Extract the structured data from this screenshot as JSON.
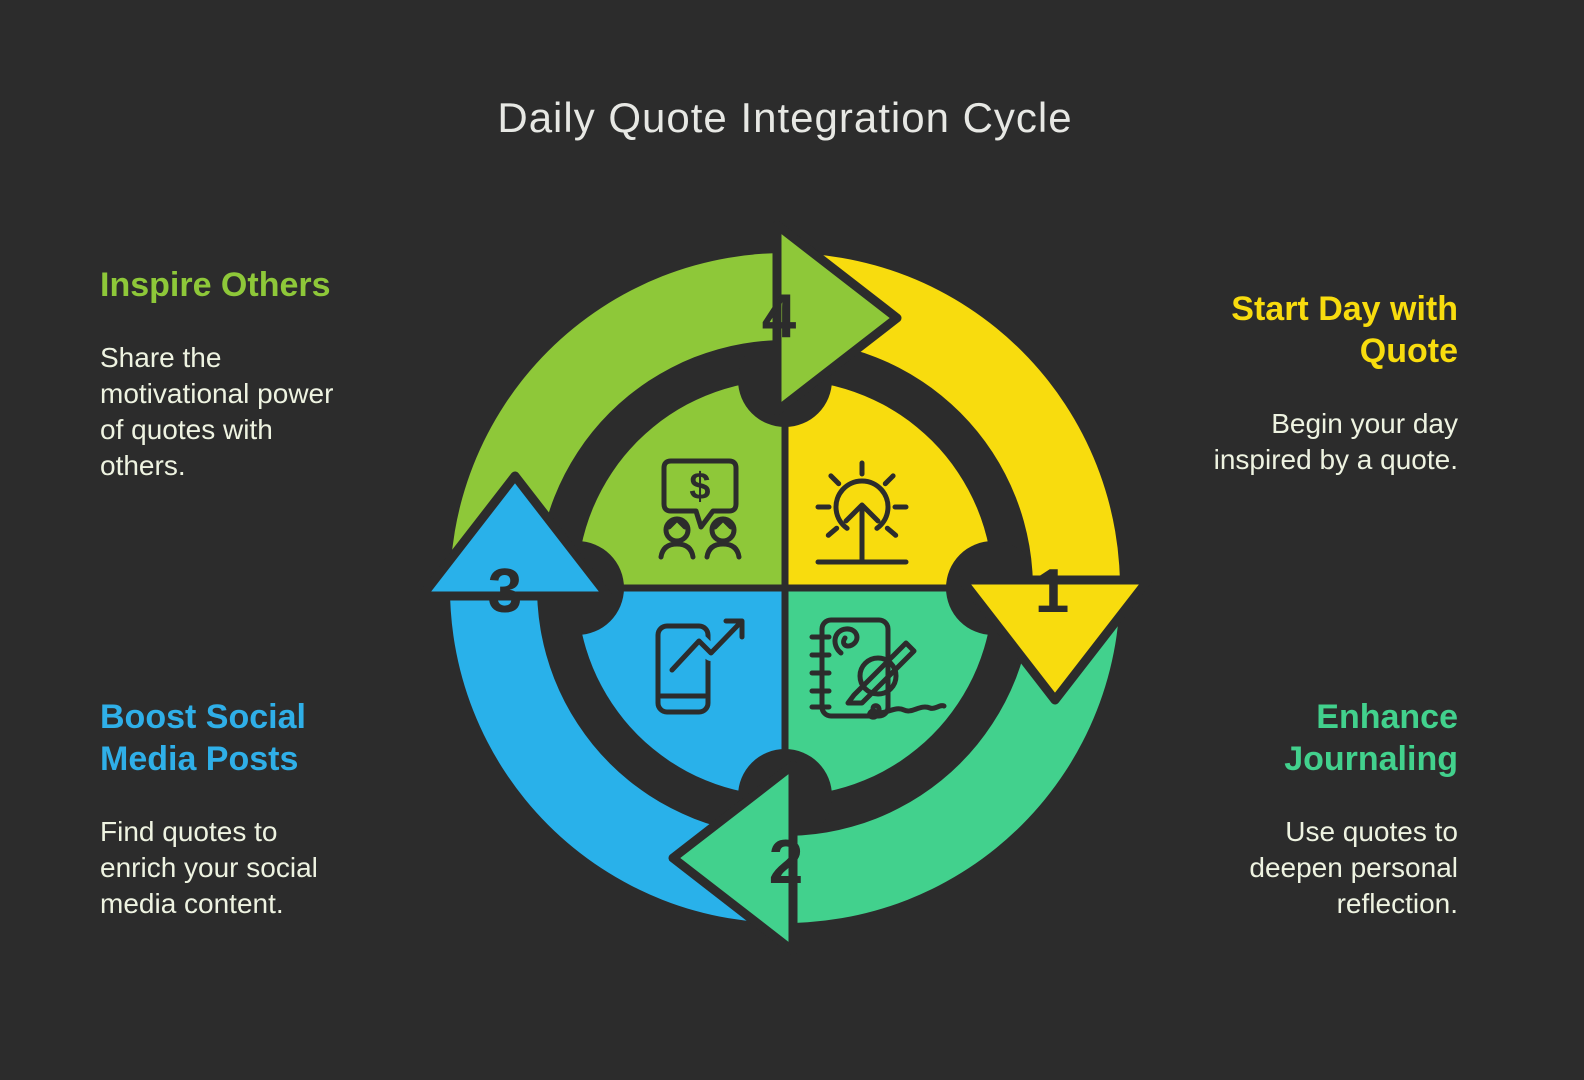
{
  "title": "Daily Quote Integration Cycle",
  "steps": [
    {
      "number": "1",
      "heading": "Start Day with\nQuote",
      "body": "Begin your day\ninspired by a quote.",
      "color": "#F8DC0E",
      "icon": "sunrise-icon"
    },
    {
      "number": "2",
      "heading": "Enhance\nJournaling",
      "body": "Use quotes to\ndeepen personal\nreflection.",
      "color": "#42D18D",
      "icon": "journal-pen-icon"
    },
    {
      "number": "3",
      "heading": "Boost Social\nMedia Posts",
      "body": "Find quotes to\nenrich your social\nmedia content.",
      "color": "#29B1EA",
      "icon": "phone-growth-icon"
    },
    {
      "number": "4",
      "heading": "Inspire Others",
      "body": "Share the\nmotivational power\nof quotes with\nothers.",
      "color": "#8EC839",
      "icon": "money-chat-icon"
    }
  ],
  "icons": {
    "money_chat_symbol": "$"
  },
  "colors": {
    "background": "#2C2C2C",
    "ink": "#2C2C2C",
    "title_text": "#E7E8E4",
    "body_text": "#EEF3E1"
  }
}
